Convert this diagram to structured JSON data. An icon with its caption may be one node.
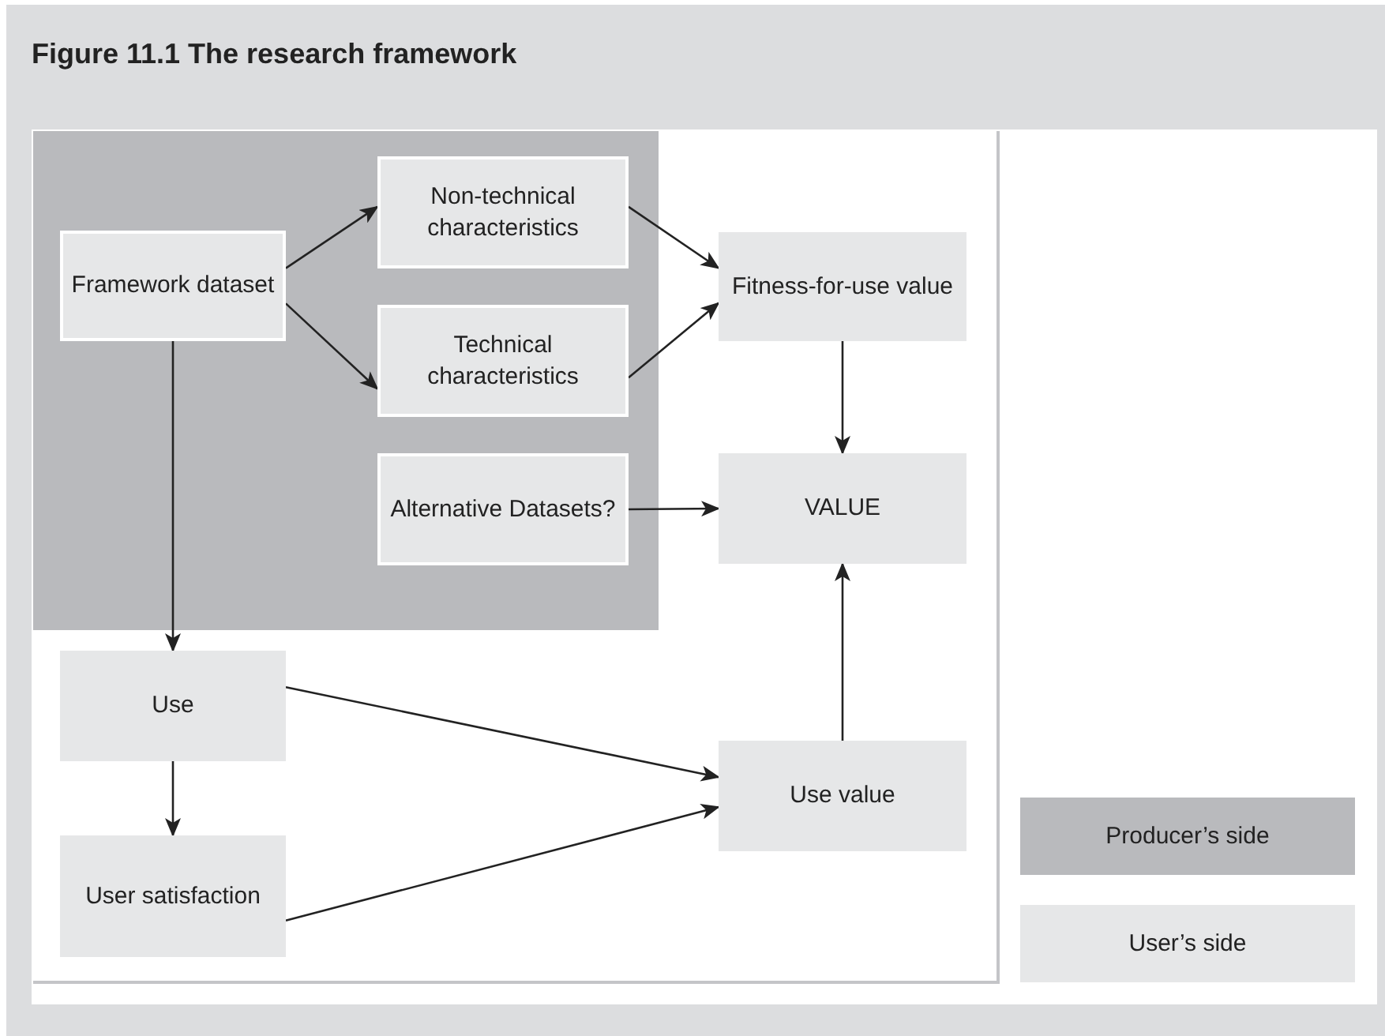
{
  "diagram": {
    "title": "Figure 11.1 The research framework",
    "nodes": [
      {
        "text": [
          "Framework dataset"
        ]
      },
      {
        "text": [
          "Non-technical characteristics"
        ]
      },
      {
        "text": [
          "Technical characteristics"
        ]
      },
      {
        "text": [
          "Fitness-for-use value"
        ]
      },
      {
        "text": [
          "Alternative Datasets?"
        ]
      },
      {
        "text": [
          "VALUE"
        ]
      },
      {
        "text": [
          "Use"
        ]
      },
      {
        "text": [
          "User satisfaction"
        ]
      },
      {
        "text": [
          "Use value"
        ]
      }
    ],
    "edges": [
      {
        "from": 0,
        "to": 1,
        "arrow": "to"
      },
      {
        "from": 0,
        "to": 2,
        "arrow": "to"
      },
      {
        "from": 1,
        "to": 3,
        "arrow": "to"
      },
      {
        "from": 2,
        "to": 3,
        "arrow": "to"
      },
      {
        "from": 3,
        "to": 5,
        "arrow": "to"
      },
      {
        "from": 4,
        "to": 5,
        "arrow": "to"
      },
      {
        "from": 0,
        "to": 6,
        "arrow": "to"
      },
      {
        "from": 6,
        "to": 7,
        "arrow": "to"
      },
      {
        "from": 6,
        "to": 8,
        "arrow": "to"
      },
      {
        "from": 7,
        "to": 8,
        "arrow": "to"
      },
      {
        "from": 8,
        "to": 5,
        "arrow": "to"
      }
    ],
    "legend": [
      {
        "text": "Producer’s side",
        "color": "#b9babd"
      },
      {
        "text": "User’s side",
        "color": "#e6e7e8"
      }
    ]
  }
}
